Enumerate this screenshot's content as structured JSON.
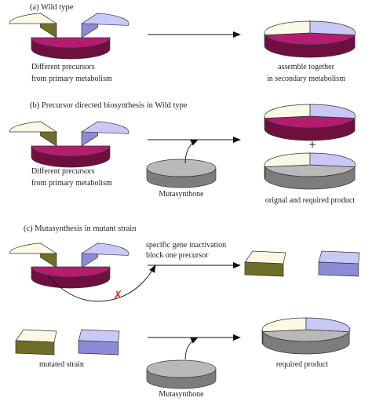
{
  "colors": {
    "cream_top": "#fbf9e6",
    "cream_side": "#6e6e28",
    "lavender_top": "#c9c9f7",
    "lavender_side": "#8b8bd6",
    "magenta_top": "#b41d6f",
    "magenta_side": "#6e0f40",
    "gray_top": "#b9b9b9",
    "gray_side": "#7d7d7d",
    "outline": "#333333",
    "arrow": "#111111",
    "inhibit_mark": "#e03030"
  },
  "panels": {
    "a": {
      "heading": "(a) Wild type",
      "left_label_1": "Different precursors",
      "left_label_2": "from primary metabolism",
      "right_label_1": "assemble together",
      "right_label_2": "in secondary metabolism"
    },
    "b": {
      "heading": "(b) Precursor directed biosynthesis in Wild type",
      "left_label_1": "Different precursors",
      "left_label_2": "from primary metabolism",
      "mutasynthone_label": "Mutasynthone",
      "plus": "+",
      "product_label": "orignal and required product"
    },
    "c": {
      "heading": "(c) Mutasynthesis in mutant strain",
      "arrow_label_1": "specific gene inactivation",
      "arrow_label_2": "block one precursor",
      "inhibit_mark": "✗",
      "mutated_label": "mutated strain",
      "mutasynthone_label": "Mutasynthone",
      "product_label": "required product"
    }
  }
}
